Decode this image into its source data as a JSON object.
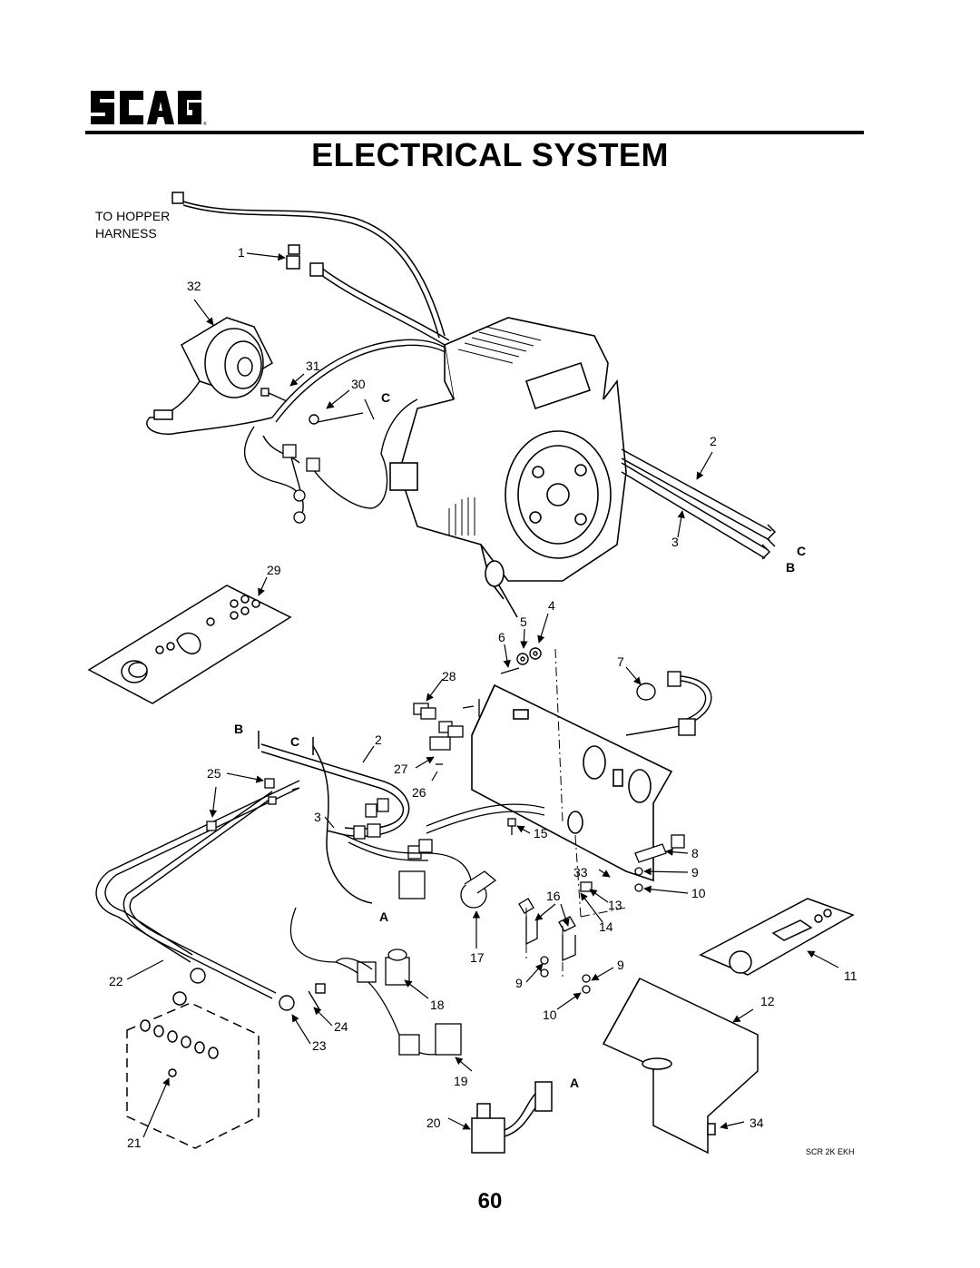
{
  "brand": "SCAG",
  "title": "ELECTRICAL SYSTEM",
  "harness_label_line1": "TO HOPPER",
  "harness_label_line2": "HARNESS",
  "drawing_code": "SCR 2K EKH",
  "page_number": "60",
  "callouts": [
    "1",
    "32",
    "31",
    "30",
    "C",
    "2",
    "3",
    "C",
    "B",
    "29",
    "4",
    "5",
    "6",
    "7",
    "28",
    "B",
    "C",
    "2",
    "27",
    "26",
    "25",
    "3",
    "15",
    "8",
    "33",
    "9",
    "16",
    "13",
    "10",
    "A",
    "14",
    "17",
    "9",
    "11",
    "9",
    "22",
    "18",
    "12",
    "10",
    "24",
    "23",
    "19",
    "A",
    "20",
    "34",
    "21"
  ]
}
